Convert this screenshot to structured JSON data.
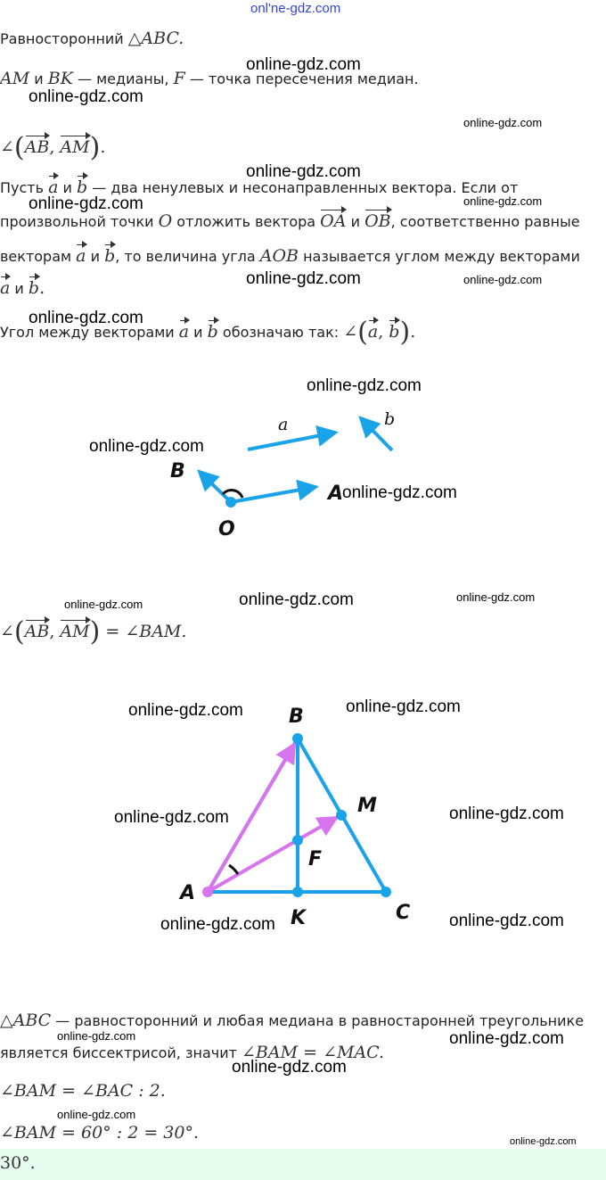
{
  "watermark": "online-gdz.com",
  "top_watermark": "onl'ne-gdz.com",
  "text": {
    "l1_text": "Равносторонний ",
    "l1_math": "△ABC.",
    "l2_m1": "AM",
    "l2_t1": " и ",
    "l2_m2": "BK",
    "l2_t2": " — медианы, ",
    "l2_m3": "F",
    "l2_t3": " — точка пересечения медиан.",
    "l3_angle": "∠",
    "l3_v1": "AB",
    "l3_v2": "AM",
    "comma": ", ",
    "period": ".",
    "p1_t1": "Пусть ",
    "va": "a",
    "vb": "b",
    "and": " и ",
    "p1_t2": " — два ненулевых и несонаправленных вектора. Если от",
    "p2_t1": "произвольной точки ",
    "p2_m1": "O",
    "p2_t2": " отложить вектора ",
    "p2_v1": "OA",
    "p2_v2": "OB",
    "p2_t3": ", соответственно равные",
    "p3_t1": "векторам ",
    "p3_t2": ", то величина угла ",
    "p3_m1": "AOB",
    "p3_t3": " называется углом между векторами",
    "p5_t1": "Угол между векторами ",
    "p5_t2": " обозначаю так: ",
    "eq1_tail": " = ∠BAM.",
    "s1_m": "△ABC",
    "s1_t": " — равносторонний и любая медиана в равностаронней треугольнике",
    "s2_t": "является биссектрисой, значит ",
    "s2_m": "∠BAM = ∠MAC.",
    "s3_m": "∠BAM = ∠BAC : 2.",
    "s4_m": "∠BAM = 60° : 2 = 30°."
  },
  "answer": "30°.",
  "diagram1": {
    "labels": {
      "a": "a",
      "b": "b",
      "B": "B",
      "A": "A",
      "O": "O"
    }
  },
  "diagram2": {
    "labels": {
      "A": "A",
      "B": "B",
      "C": "C",
      "M": "M",
      "F": "F",
      "K": "K"
    }
  },
  "colors": {
    "blue": "#1aa3e8",
    "pink": "#d874ee",
    "answer_bg": "#e6fcef"
  }
}
